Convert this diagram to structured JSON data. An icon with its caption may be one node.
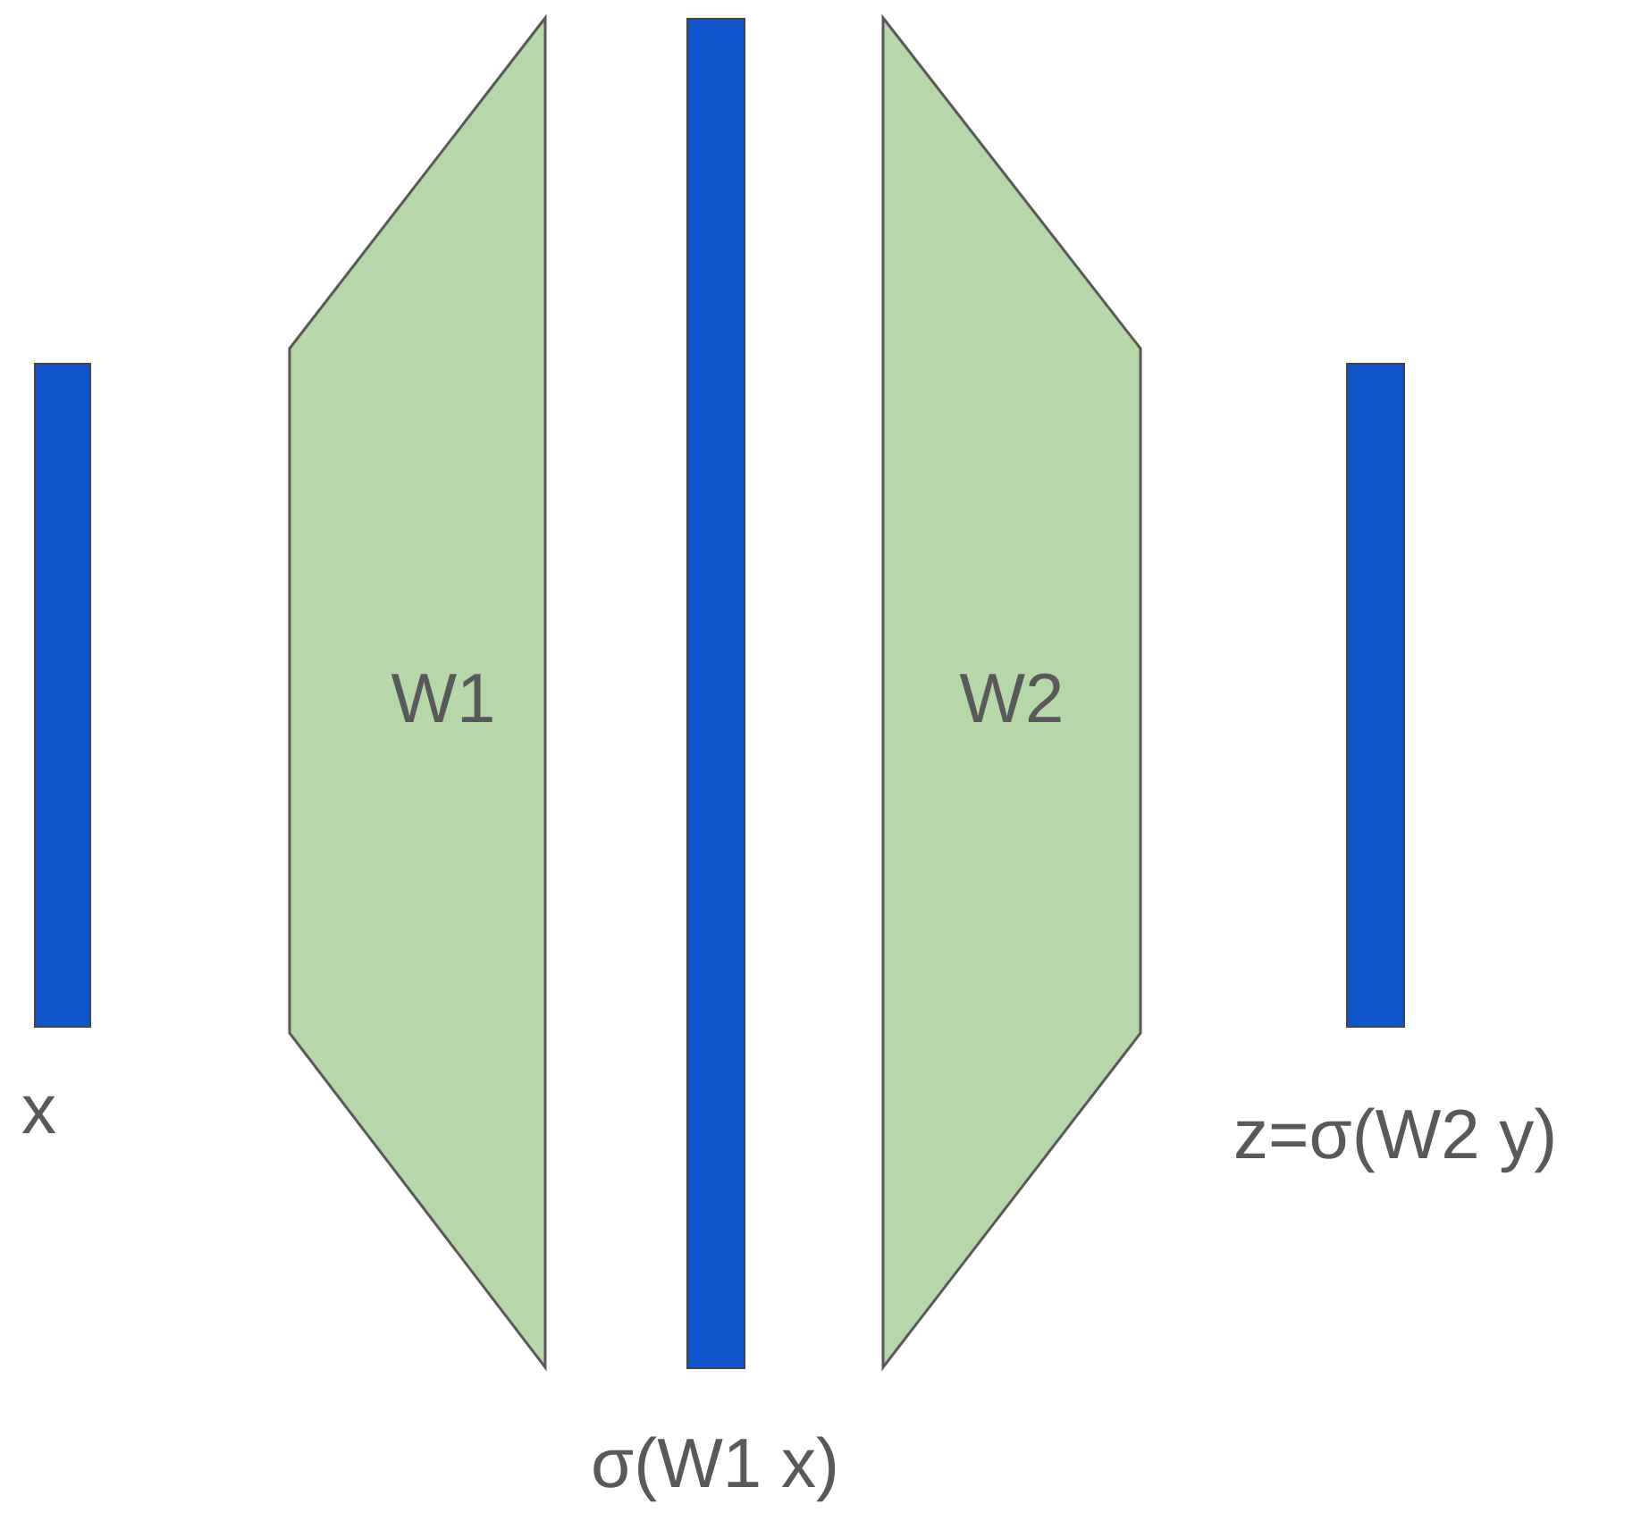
{
  "diagram": {
    "nodes": [
      {
        "text": [
          "x"
        ]
      },
      {
        "text": [
          "W1"
        ]
      },
      {
        "text": [
          "σ(W1 x)"
        ]
      },
      {
        "text": [
          "W2"
        ]
      },
      {
        "text": [
          "z=σ(W2 y)"
        ]
      }
    ]
  }
}
